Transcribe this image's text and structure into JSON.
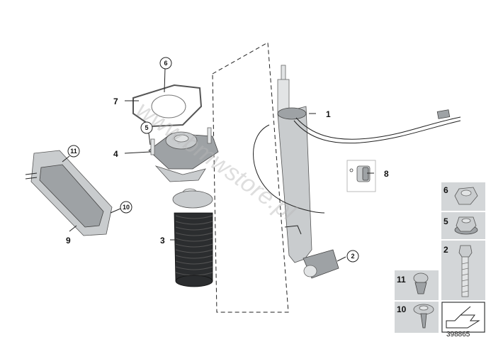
{
  "watermark": "www.bmwstore.pl",
  "callouts": {
    "c1": "1",
    "c2": "2",
    "c3": "3",
    "c4": "4",
    "c5": "5",
    "c6": "6",
    "c7": "7",
    "c8": "8",
    "c9": "9",
    "c10": "10",
    "c11": "11"
  },
  "panel": {
    "p6": "6",
    "p5": "5",
    "p2": "2",
    "p11": "11",
    "p10": "10"
  },
  "diagram_number": "398865",
  "colors": {
    "part": "#c9ccce",
    "panel_bg": "#d3d6d8",
    "line": "#222222"
  }
}
